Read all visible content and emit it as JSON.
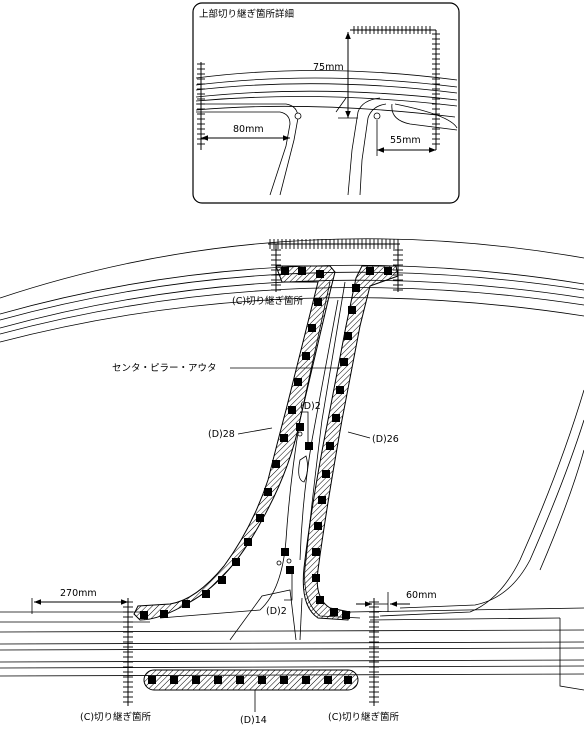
{
  "detail": {
    "title": "上部切り継ぎ箇所詳細",
    "dim_75": "75mm",
    "dim_80": "80mm",
    "dim_55": "55mm"
  },
  "main": {
    "cut_top": "(C)切り継ぎ箇所",
    "pillar_name": "センタ・ピラー・アウタ",
    "d2_upper": "(D)2",
    "d28": "(D)28",
    "d26": "(D)26",
    "d2_lower": "(D)2",
    "dim_270": "270mm",
    "dim_60": "60mm",
    "cut_left": "(C)切り継ぎ箇所",
    "d14": "(D)14",
    "cut_right": "(C)切り継ぎ箇所"
  },
  "colors": {
    "line": "#000000",
    "background": "#ffffff"
  }
}
